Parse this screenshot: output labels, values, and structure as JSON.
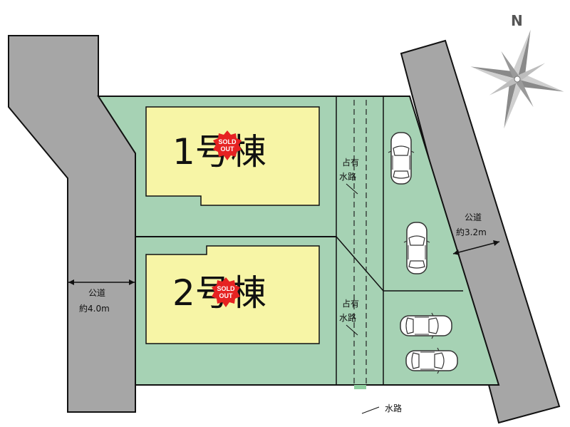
{
  "lots": [
    {
      "label": "1号棟",
      "status": "SOLD OUT",
      "sold_line1": "SOLD",
      "sold_line2": "OUT"
    },
    {
      "label": "2号棟",
      "status": "SOLD OUT",
      "sold_line1": "SOLD",
      "sold_line2": "OUT"
    }
  ],
  "roads": {
    "west": {
      "line1": "公道",
      "line2": "約4.0m"
    },
    "east": {
      "line1": "公道",
      "line2": "約3.2m"
    }
  },
  "waterway_occupied": {
    "line1": "占有",
    "line2": "水路"
  },
  "waterway": "水路",
  "compass": {
    "north": "N"
  },
  "colors": {
    "road": "#a6a6a6",
    "lot_green": "#a6d2b4",
    "building": "#f7f5a6",
    "sold_badge": "#e62222"
  }
}
